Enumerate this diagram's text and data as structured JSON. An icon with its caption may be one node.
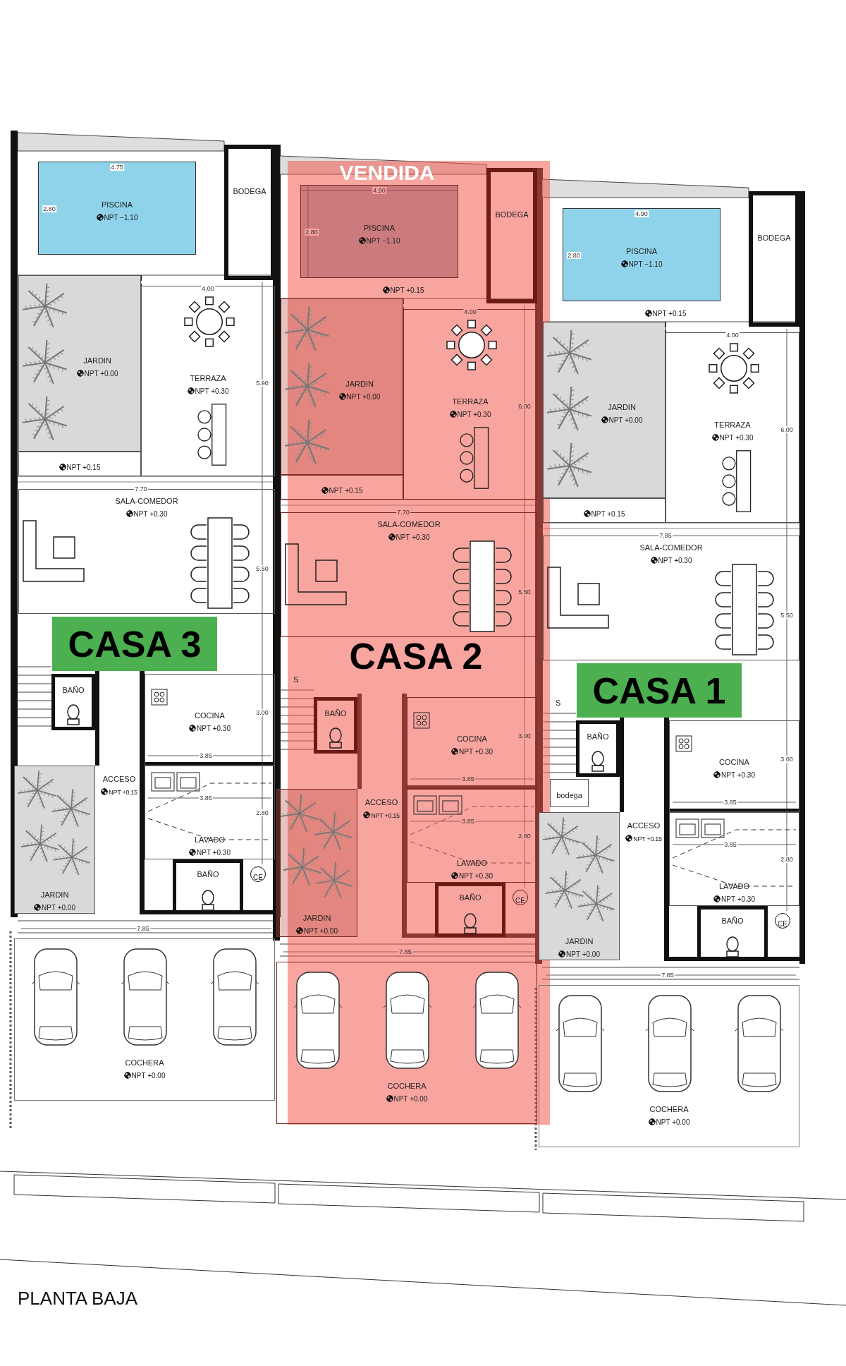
{
  "diagram": {
    "caption": "PLANTA BAJA",
    "nodes": [
      {
        "text": [
          "PISCINA",
          "NPT −1.10"
        ]
      },
      {
        "text": [
          "BODEGA"
        ]
      },
      {
        "text": [
          "JARDIN",
          "NPT +0.00"
        ]
      },
      {
        "text": [
          "TERRAZA",
          "NPT +0.30"
        ]
      },
      {
        "text": [
          "NPT +0.15"
        ]
      },
      {
        "text": [
          "SALA-COMEDOR",
          "NPT +0.30"
        ]
      },
      {
        "text": [
          "CASA 3"
        ]
      },
      {
        "text": [
          "BAÑO"
        ]
      },
      {
        "text": [
          "COCINA",
          "NPT +0.30"
        ]
      },
      {
        "text": [
          "ACCESO",
          "NPT +0.15"
        ]
      },
      {
        "text": [
          "LAVADO",
          "NPT +0.30"
        ]
      },
      {
        "text": [
          "BAÑO"
        ]
      },
      {
        "text": [
          "CE"
        ]
      },
      {
        "text": [
          "JARDIN",
          "NPT +0.00"
        ]
      },
      {
        "text": [
          "COCHERA",
          "NPT +0.00"
        ]
      },
      {
        "text": [
          "VENDIDA"
        ]
      },
      {
        "text": [
          "PISCINA",
          "NPT −1.10"
        ],
        "in": 15
      },
      {
        "text": [
          "BODEGA"
        ],
        "in": 15
      },
      {
        "text": [
          "NPT +0.15"
        ],
        "in": 15
      },
      {
        "text": [
          "JARDIN",
          "NPT +0.00"
        ],
        "in": 15
      },
      {
        "text": [
          "TERRAZA",
          "NPT +0.30"
        ],
        "in": 15
      },
      {
        "text": [
          "NPT +0.15"
        ],
        "in": 15
      },
      {
        "text": [
          "SALA-COMEDOR",
          "NPT +0.30"
        ],
        "in": 15
      },
      {
        "text": [
          "BAÑO"
        ],
        "in": 15
      },
      {
        "text": [
          "COCINA",
          "NPT +0.30"
        ],
        "in": 15
      },
      {
        "text": [
          "ACCESO",
          "NPT +0.15"
        ],
        "in": 15
      },
      {
        "text": [
          "LAVADO",
          "NPT +0.30"
        ],
        "in": 15
      },
      {
        "text": [
          "BAÑO"
        ],
        "in": 15
      },
      {
        "text": [
          "CE"
        ],
        "in": 15
      },
      {
        "text": [
          "JARDIN",
          "NPT +0.00"
        ],
        "in": 15
      },
      {
        "text": [
          "COCHERA",
          "NPT +0.00"
        ],
        "in": 15
      },
      {
        "text": [
          "PISCINA",
          "NPT −1.10"
        ]
      },
      {
        "text": [
          "BODEGA"
        ]
      },
      {
        "text": [
          "NPT +0.15"
        ]
      },
      {
        "text": [
          "JARDIN",
          "NPT +0.00"
        ]
      },
      {
        "text": [
          "TERRAZA",
          "NPT +0.30"
        ]
      },
      {
        "text": [
          "NPT +0.15"
        ]
      },
      {
        "text": [
          "SALA-COMEDOR",
          "NPT +0.30"
        ]
      },
      {
        "text": [
          "CASA 1"
        ]
      },
      {
        "text": [
          "BAÑO"
        ]
      },
      {
        "text": [
          "bodega"
        ]
      },
      {
        "text": [
          "COCINA",
          "NPT +0.30"
        ]
      },
      {
        "text": [
          "ACCESO",
          "NPT +0.15"
        ]
      },
      {
        "text": [
          "LAVADO",
          "NPT +0.30"
        ]
      },
      {
        "text": [
          "BAÑO"
        ]
      },
      {
        "text": [
          "CE"
        ]
      },
      {
        "text": [
          "JARDIN",
          "NPT +0.00"
        ]
      },
      {
        "text": [
          "COCHERA",
          "NPT +0.00"
        ]
      }
    ],
    "labels": [
      "4.75",
      "2.80",
      "4.00",
      "5.90",
      "7.70",
      "5.50",
      "3.00",
      "3.85",
      "3.85",
      "2.80",
      "7.85",
      "CASA 2",
      "4.90",
      "2.80",
      "4.00",
      "6.00",
      "7.70",
      "5.50",
      "3.00",
      "3.85",
      "3.85",
      "2.80",
      "7.85",
      "S",
      "4.90",
      "2.80",
      "4.00",
      "6.00",
      "7.85",
      "5.50",
      "3.00",
      "3.85",
      "3.85",
      "2.80",
      "7.85",
      "S"
    ]
  }
}
